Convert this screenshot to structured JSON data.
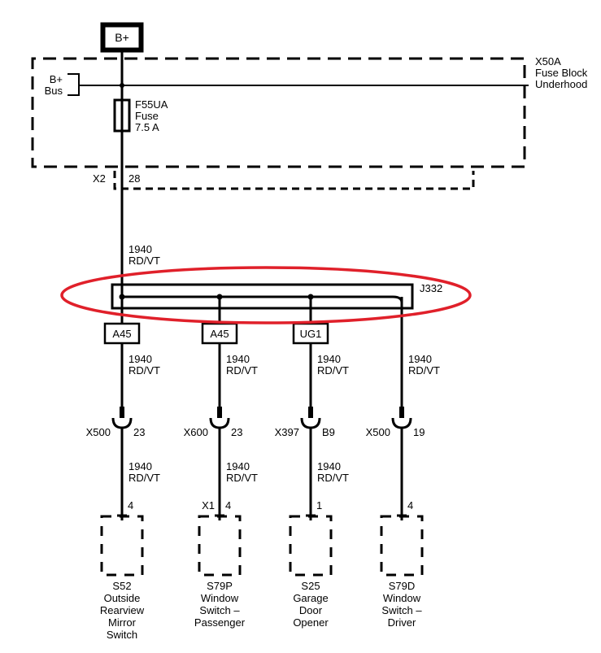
{
  "source": {
    "label": "B+"
  },
  "fuse_block": {
    "id": "X50A",
    "name_line1": "Fuse Block",
    "name_line2": "Underhood",
    "bus_line1": "B+",
    "bus_line2": "Bus"
  },
  "fuse": {
    "id": "F55UA",
    "type": "Fuse",
    "rating": "7.5 A"
  },
  "connector_x2": {
    "id": "X2",
    "pin": "28"
  },
  "feed_wire": {
    "circuit": "1940",
    "color": "RD/VT"
  },
  "splice": {
    "id": "J332"
  },
  "highlight": {
    "color": "#e0202a"
  },
  "branches": [
    {
      "option": "A45",
      "upper_circuit": "1940",
      "upper_color": "RD/VT",
      "connector": "X500",
      "connector_pin": "23",
      "lower_circuit": "1940",
      "lower_color": "RD/VT",
      "device_connector": "",
      "device_pin": "4",
      "device_id": "S52",
      "device_name": [
        "Outside",
        "Rearview",
        "Mirror",
        "Switch"
      ]
    },
    {
      "option": "A45",
      "upper_circuit": "1940",
      "upper_color": "RD/VT",
      "connector": "X600",
      "connector_pin": "23",
      "lower_circuit": "1940",
      "lower_color": "RD/VT",
      "device_connector": "X1",
      "device_pin": "4",
      "device_id": "S79P",
      "device_name": [
        "Window",
        "Switch –",
        "Passenger"
      ]
    },
    {
      "option": "UG1",
      "upper_circuit": "1940",
      "upper_color": "RD/VT",
      "connector": "X397",
      "connector_pin": "B9",
      "lower_circuit": "1940",
      "lower_color": "RD/VT",
      "device_connector": "",
      "device_pin": "1",
      "device_id": "S25",
      "device_name": [
        "Garage",
        "Door",
        "Opener"
      ]
    },
    {
      "option": "",
      "upper_circuit": "1940",
      "upper_color": "RD/VT",
      "connector": "X500",
      "connector_pin": "19",
      "lower_circuit": "",
      "lower_color": "",
      "device_connector": "",
      "device_pin": "4",
      "device_id": "S79D",
      "device_name": [
        "Window",
        "Switch –",
        "Driver"
      ]
    }
  ]
}
